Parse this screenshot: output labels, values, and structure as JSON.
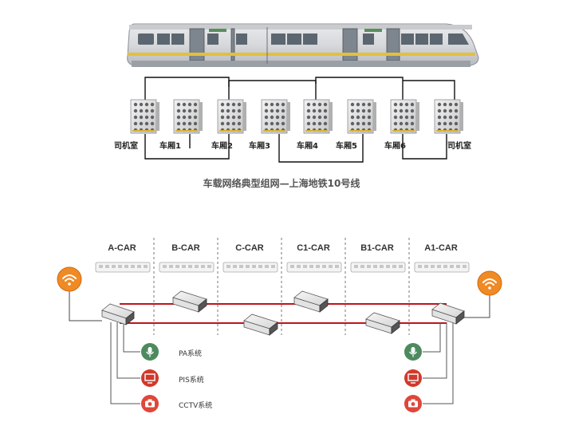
{
  "top_diagram": {
    "caption": "车载网络典型组网—上海地铁10号线",
    "switch_labels": [
      "司机室",
      "车厢1",
      "车厢2",
      "车厢3",
      "车厢4",
      "车厢5",
      "车厢6",
      "司机室"
    ]
  },
  "bottom_diagram": {
    "cars": [
      "A-CAR",
      "B-CAR",
      "C-CAR",
      "C1-CAR",
      "B1-CAR",
      "A1-CAR"
    ],
    "systems": [
      "PA系统",
      "PIS系统",
      "CCTV系统"
    ],
    "icons": [
      "wifi-icon",
      "microphone-icon",
      "monitor-icon",
      "camera-icon"
    ],
    "colors": {
      "ring": "#c0141c",
      "wifi": "#f08a24",
      "mic": "#4d8a5e",
      "monitor": "#d03a2c",
      "camera": "#e0463a",
      "train_stripe": "#e3c03a"
    }
  }
}
